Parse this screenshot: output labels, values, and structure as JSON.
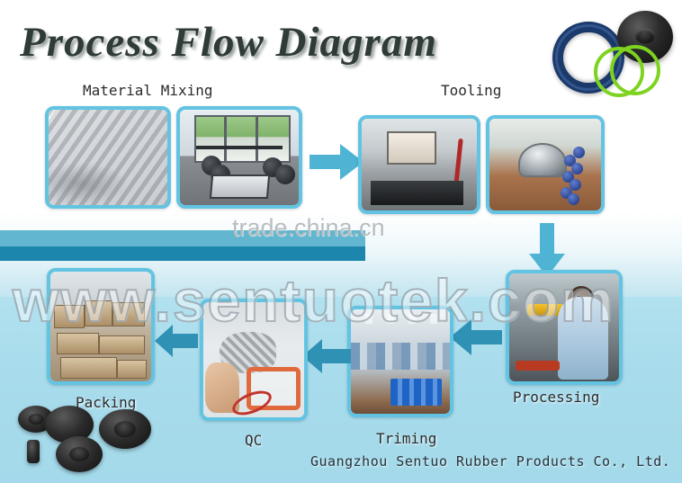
{
  "document": {
    "title": "Process Flow Diagram",
    "company_footer": "Guangzhou Sentuo Rubber Products Co., Ltd.",
    "background_color": "#a8dcec",
    "accent_color": "#62c4e2",
    "arrow_color": "#3aa6c6",
    "bar_light_color": "#5bb2cc",
    "bar_dark_color": "#1c86ad"
  },
  "watermarks": {
    "small": "trade.china.cn",
    "large": "www.sentuotek.com"
  },
  "stages": [
    {
      "id": "material-mixing",
      "label": "Material Mixing",
      "photo_count": 2
    },
    {
      "id": "tooling",
      "label": "Tooling",
      "photo_count": 2
    },
    {
      "id": "processing",
      "label": "Processing",
      "photo_count": 1
    },
    {
      "id": "triming",
      "label": "Triming",
      "photo_count": 1
    },
    {
      "id": "qc",
      "label": "QC",
      "photo_count": 1
    },
    {
      "id": "packing",
      "label": "Packing",
      "photo_count": 1
    }
  ],
  "arrows": [
    {
      "id": "mixing-to-tooling",
      "direction": "right"
    },
    {
      "id": "tooling-to-processing",
      "direction": "down"
    },
    {
      "id": "processing-to-triming",
      "direction": "left"
    },
    {
      "id": "triming-to-qc",
      "direction": "left"
    },
    {
      "id": "qc-to-packing",
      "direction": "left"
    }
  ],
  "products": {
    "top_right": [
      {
        "id": "blue-o-ring",
        "color": "#1b3a6b"
      },
      {
        "id": "black-grommet",
        "color": "#101010"
      },
      {
        "id": "green-o-ring",
        "color": "#7ed321"
      }
    ],
    "bottom_left": [
      {
        "id": "black-rubber-plug",
        "color": "#101010"
      }
    ]
  }
}
